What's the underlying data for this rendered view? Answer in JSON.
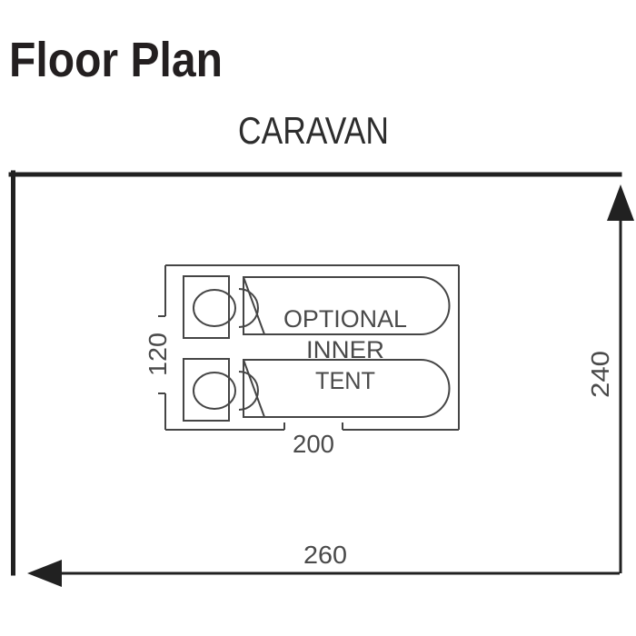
{
  "header": {
    "title": "Floor Plan"
  },
  "plan": {
    "area_label": "CARAVAN",
    "dimensions": {
      "inner_depth": "120",
      "inner_width": "200",
      "outer_depth": "240",
      "outer_width": "260"
    },
    "inner_tent": {
      "lines": [
        "OPTIONAL",
        "INNER",
        "TENT"
      ]
    },
    "sleeper_count": 2,
    "colors": {
      "wall": "#212121",
      "figure_line": "#454545",
      "dimension_text": "#4a4a4a",
      "title_text": "#231f20"
    }
  }
}
